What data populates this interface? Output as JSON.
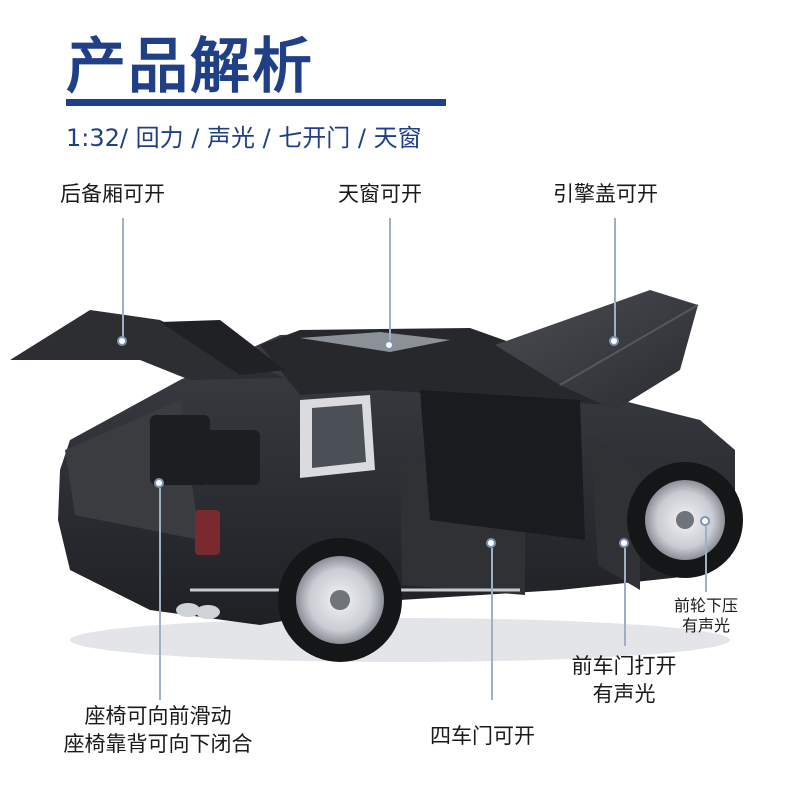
{
  "header": {
    "title": "产品解析",
    "subtitle": "1:32/ 回力 / 声光 / 七开门 / 天窗"
  },
  "callouts": {
    "trunk": "后备厢可开",
    "sunroof": "天窗可开",
    "hood": "引擎盖可开",
    "seats_line1": "座椅可向前滑动",
    "seats_line2": "座椅靠背可向下闭合",
    "four_doors": "四车门可开",
    "front_door_line1": "前车门打开",
    "front_door_line2": "有声光",
    "front_wheel_line1": "前轮下压",
    "front_wheel_line2": "有声光"
  },
  "colors": {
    "brand": "#1f3f86",
    "leader": "#9fb0c6",
    "car_body": "#2b2d31"
  },
  "icons": {
    "car": "suv-model-car-photo"
  }
}
